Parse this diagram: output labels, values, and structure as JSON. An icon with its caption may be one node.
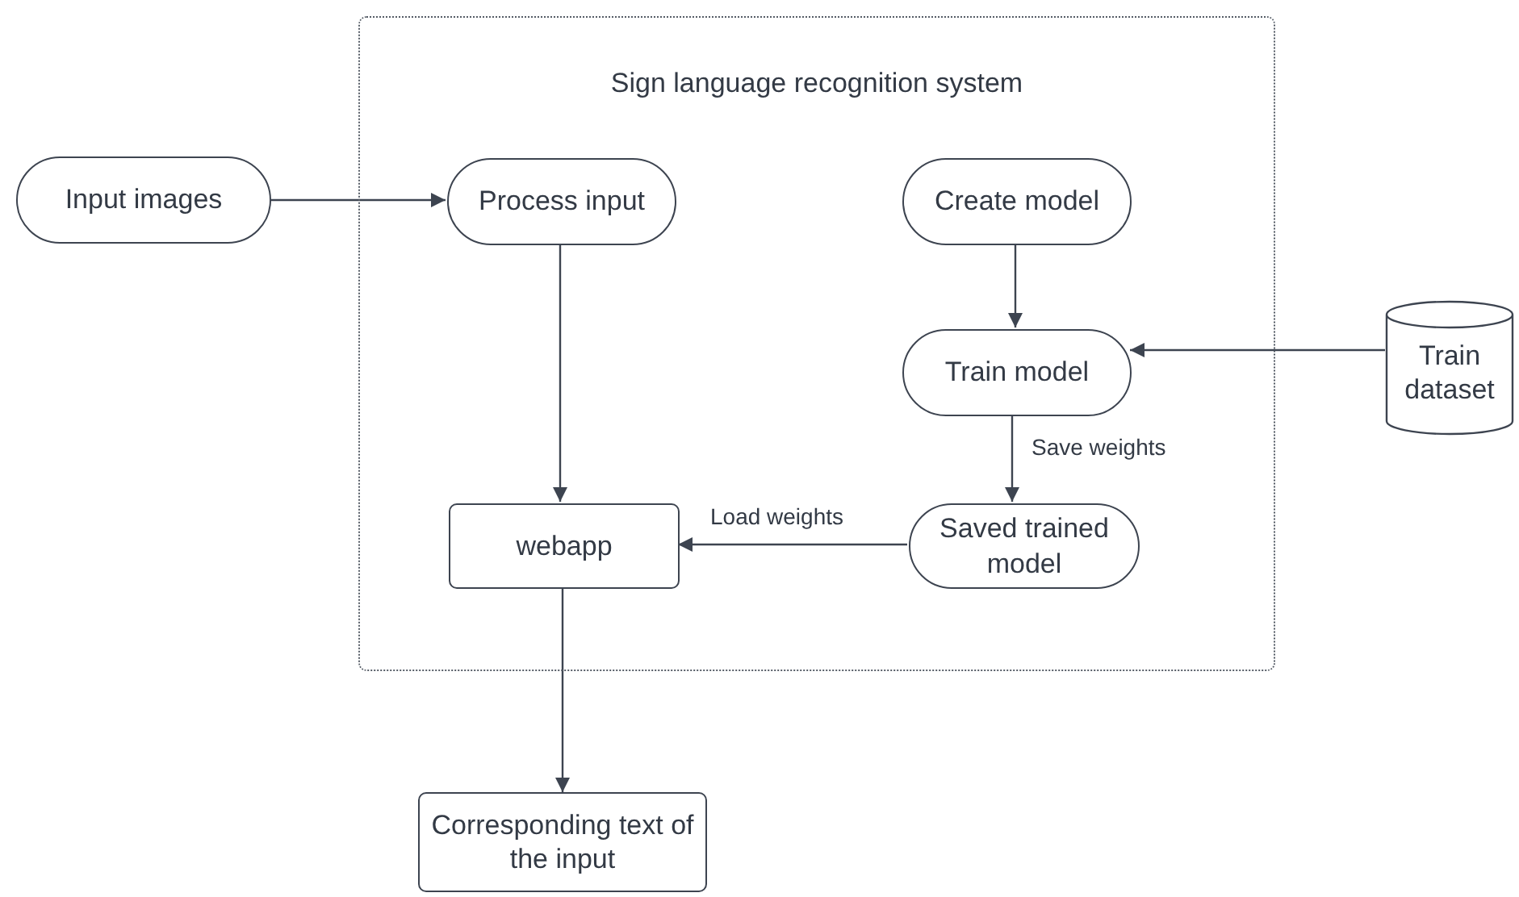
{
  "diagram": {
    "nodes": [
      {
        "text": [
          "Sign language recognition system"
        ]
      },
      {
        "text": [
          "Input images"
        ]
      },
      {
        "text": [
          "Process input"
        ],
        "in": 0
      },
      {
        "text": [
          "Create model"
        ],
        "in": 0
      },
      {
        "text": [
          "Train model"
        ],
        "in": 0
      },
      {
        "text": [
          "Train dataset"
        ]
      },
      {
        "text": [
          "webapp"
        ],
        "in": 0
      },
      {
        "text": [
          "Saved trained model"
        ],
        "in": 0
      },
      {
        "text": [
          "Corresponding text of the input"
        ]
      }
    ],
    "edges": [
      {
        "from": 1,
        "to": 2,
        "arrow": "to"
      },
      {
        "from": 3,
        "to": 4,
        "arrow": "to"
      },
      {
        "from": 5,
        "to": 4,
        "arrow": "to"
      },
      {
        "from": 4,
        "to": 7,
        "arrow": "to",
        "label": "Save weights"
      },
      {
        "from": 7,
        "to": 6,
        "arrow": "to",
        "label": "Load weights"
      },
      {
        "from": 2,
        "to": 6,
        "arrow": "to"
      },
      {
        "from": 6,
        "to": 8,
        "arrow": "to"
      }
    ]
  }
}
